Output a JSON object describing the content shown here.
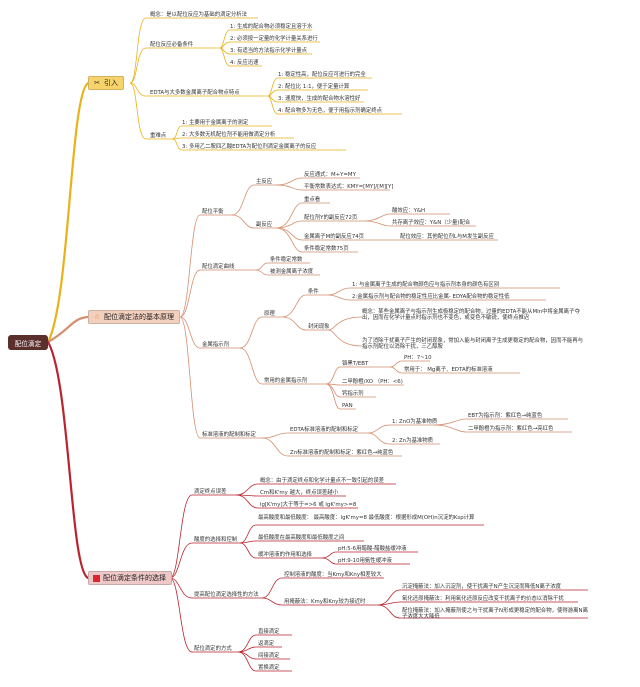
{
  "root": "配位滴定",
  "colors": {
    "branch_intro": "#e9b21b",
    "branch_principle": "#d48f6e",
    "branch_conditions": "#b8252f"
  },
  "intro": {
    "label": "引入",
    "icon": "tools-icon",
    "concept": "概念：是以配位反应为基础的滴定分析法",
    "conditions": {
      "label": "配位反应必备条件",
      "items": [
        "1: 生成的配合物必须稳定且溶于水",
        "2: 必须按一定量的化学计量关系进行",
        "3: 有适当的方法指示化学计量点",
        "4: 反应迅速"
      ]
    },
    "edta": {
      "label": "EDTA与大多数金属离子配合物点特点",
      "items": [
        "1: 稳定性高，配位反应可进行的完全",
        "2: 配位比 1:1，便于定量计算",
        "3: 速度快，生成的配合物水溶性好",
        "4: 配合物多为无色，便于用指示剂确定终点"
      ]
    },
    "keypoints": {
      "label": "重难点",
      "items": [
        "1: 主要用于金属离子的测定",
        "2: 大多数无机配位剂不能用做滴定分析",
        "3: 多用乙二胺四乙酸EDTA为配位剂滴定金属离子的反应"
      ]
    }
  },
  "principle": {
    "label": "配位滴定法的基本原理",
    "icon": "star-icon",
    "balance": {
      "label": "配位平衡",
      "main": {
        "label": "主反应",
        "items": [
          "反应通式：M+Y=MY",
          "平衡常数表达式：KMY=[MY]/[M][Y]"
        ]
      },
      "side": {
        "label": "副反应",
        "items": {
          "influence": "重点看",
          "y_side": "配位剂Y的副反应72页",
          "acid_effect": "酸效应：Y&H",
          "coexist": "共存离子效应：Y&N（少量)配合",
          "m_side": "金属离子M的副反应74页",
          "coord_effect": "配位效应：其他配位剂L与M发生副反应",
          "cond_const": "条件稳定常数75页"
        }
      }
    },
    "curve": {
      "label": "配位滴定曲线",
      "items": [
        "条件稳定常数",
        "被测金属离子浓度"
      ]
    },
    "indicator": {
      "label": "金属指示剂",
      "principle": {
        "label": "原理",
        "cond": {
          "label": "条件",
          "items": [
            "1: 与金属离子生成的配合物颜色应与指示剂本身的颜色有区别",
            "2:金属指示剂与配合物的稳定性应比金属- EDYA配合物的稳定性低"
          ]
        }
      },
      "block": {
        "label": "封闭现象",
        "concept": "概念：某些金属离子与指示剂生成极稳定的配合物，过量的EDTA不能从MIn中将金属离子夺出，因而在化学计量点时指示剂也不变色，或变色不敏锐，使终点推迟",
        "solution": "为了消除干扰离子产生的封闭现象，常加入能与封闭离子生成更稳定的配合物，因而不能再与指示剂配位以消除干扰，三乙醇胺"
      },
      "common": {
        "label": "常用的金属指示剂",
        "ebt": "铬黑T/EBT",
        "ph": "PH：7~10",
        "use": "常用于：  Mg离子、EDTA的标准溶液",
        "xo": "二甲酚橙/XO （PH：<6)",
        "others": [
          "钙指示剂",
          "PAN"
        ]
      }
    },
    "standard": {
      "label": "标准溶液的配制和标定",
      "edta": {
        "label": "EDTA标准溶液的配制和标定",
        "zno": "1: ZnO为基准物质",
        "ebt": "EBT为指示剂：紫红色→纯蓝色",
        "xo": "二甲酚橙为指示剂：紫红色→亮红色",
        "zn": "2: Zn为基准物质"
      },
      "zn_std": "Zn标准溶液的配制和标定：紫红色→纯蓝色"
    }
  },
  "conditions": {
    "label": "配位滴定条件的选择",
    "icon": "flag-icon",
    "error": {
      "label": "滴定终点误差",
      "items": [
        "概念：由于滴定终点和化学计量点不一致引起的误差",
        "Cm和K'my 越大，终点误差越小",
        "lg[K'my]大于等于=>6 或 lgK'my>=8"
      ]
    },
    "acidity": {
      "label": "酸度的选择和控制",
      "highest": "最高酸度和最低酸度：  最高酸度：lgK'my=8 最低酸度：根据形成M(OH)n沉淀的Ksp计算",
      "range": "最低酸度在最高酸度和最低酸度之间",
      "buffer": "缓冲溶液的作用和选择",
      "buffers": [
        "pH:5-6用醋酸-醋酸盐缓冲液",
        "pH:9-10用氨性缓冲液"
      ]
    },
    "selectivity": {
      "label": "提高配位滴定选择性的方法",
      "control": "控制溶液的酸度：当Kmy和Kny相差较大",
      "masking": "用掩蔽法：Kmy和Kny较为接近时",
      "methods": [
        "沉淀掩蔽法：加入沉淀剂，使干扰离子N产生沉淀而降低N离子浓度",
        "氧化还原掩蔽法：利用氧化还原反应改变干扰离子的价态以消除干扰",
        "配位掩蔽法：加入掩蔽剂使之与干扰离子N形成更稳定的配合物，使得游离N离子浓度大大降低"
      ]
    },
    "modes": {
      "label": "配位滴定的方式",
      "items": [
        "直接滴定",
        "返滴定",
        "间接滴定",
        "置换滴定"
      ]
    }
  }
}
